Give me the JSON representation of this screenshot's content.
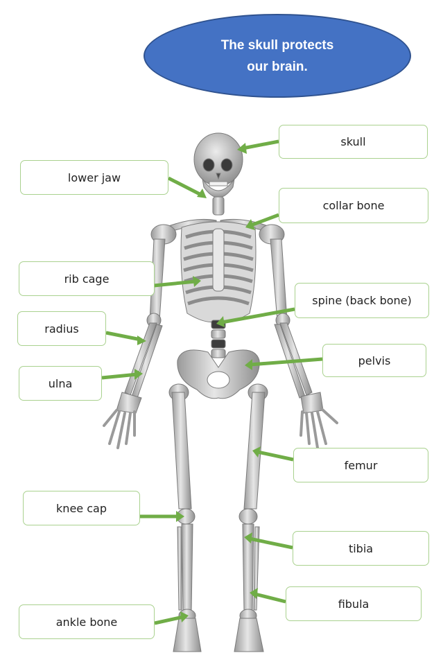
{
  "callout": {
    "text": "The skull protects\nour brain."
  },
  "labels": {
    "skull": "skull",
    "lower_jaw": "lower jaw",
    "collar_bone": "collar bone",
    "rib_cage": "rib cage",
    "spine": "spine (back bone)",
    "radius": "radius",
    "pelvis": "pelvis",
    "ulna": "ulna",
    "femur": "femur",
    "knee_cap": "knee cap",
    "tibia": "tibia",
    "fibula": "fibula",
    "ankle_bone": "ankle bone"
  },
  "colors": {
    "callout_fill": "#4472c4",
    "label_border": "#a9d18e",
    "arrow": "#70ad47",
    "bone": "#c9c9c9"
  }
}
